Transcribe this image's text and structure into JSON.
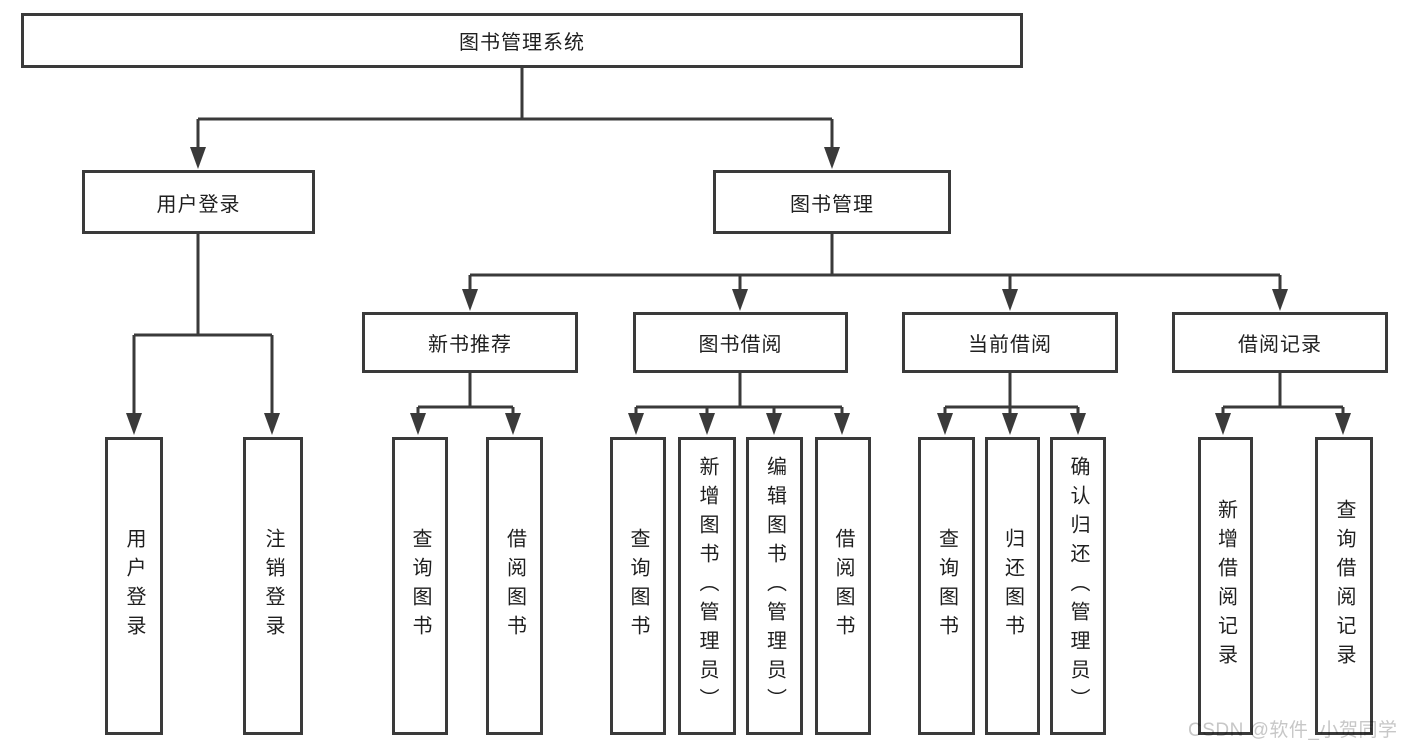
{
  "diagram": {
    "type": "tree",
    "root": {
      "label": "图书管理系统",
      "children": [
        {
          "label": "用户登录",
          "children": [
            {
              "label": "用户登录"
            },
            {
              "label": "注销登录"
            }
          ]
        },
        {
          "label": "图书管理",
          "children": [
            {
              "label": "新书推荐",
              "children": [
                {
                  "label": "查询图书"
                },
                {
                  "label": "借阅图书"
                }
              ]
            },
            {
              "label": "图书借阅",
              "children": [
                {
                  "label": "查询图书"
                },
                {
                  "label": "新增图书（管理员）"
                },
                {
                  "label": "编辑图书（管理员）"
                },
                {
                  "label": "借阅图书"
                }
              ]
            },
            {
              "label": "当前借阅",
              "children": [
                {
                  "label": "查询图书"
                },
                {
                  "label": "归还图书"
                },
                {
                  "label": "确认归还（管理员）"
                }
              ]
            },
            {
              "label": "借阅记录",
              "children": [
                {
                  "label": "新增借阅记录"
                },
                {
                  "label": "查询借阅记录"
                }
              ]
            }
          ]
        }
      ]
    },
    "colors": {
      "line": "#3a3a3a",
      "box_border": "#3a3a3a",
      "box_fill": "#ffffff",
      "text": "#1f1f1f",
      "background": "#ffffff"
    }
  },
  "watermark": {
    "text": "CSDN @软件_小贺同学",
    "color": "#c7c7c7"
  }
}
